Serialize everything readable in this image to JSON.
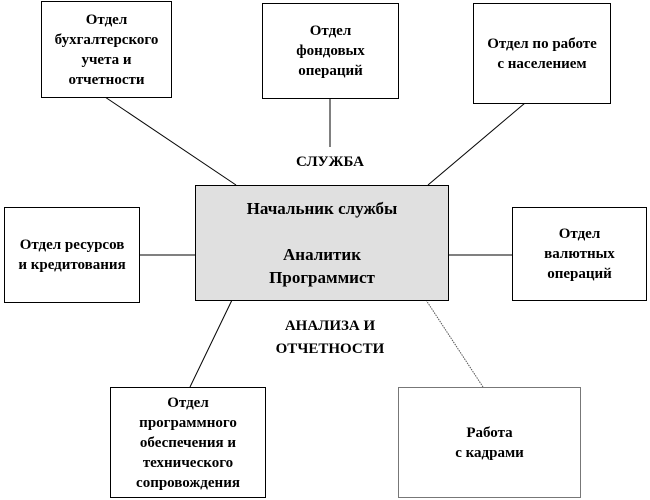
{
  "center": {
    "line1": "Начальник службы",
    "line2": "Аналитик",
    "line3": "Программист"
  },
  "caption_top": "СЛУЖБА",
  "caption_bottom": [
    "АНАЛИЗА И",
    "ОТЧЕТНОСТИ"
  ],
  "departments": {
    "accounting": [
      "Отдел",
      "бухгалтерского",
      "учета и",
      "отчетности"
    ],
    "funds": [
      "Отдел",
      "фондовых",
      "операций"
    ],
    "population": [
      "Отдел по работе",
      "с населением"
    ],
    "resources": [
      "Отдел ресурсов",
      "и кредитования"
    ],
    "currency": [
      "Отдел",
      "валютных",
      "операций"
    ],
    "software": [
      "Отдел",
      "программного",
      "обеспечения и",
      "технического",
      "сопровождения"
    ],
    "hr": [
      "Работа",
      "с кадрами"
    ]
  }
}
